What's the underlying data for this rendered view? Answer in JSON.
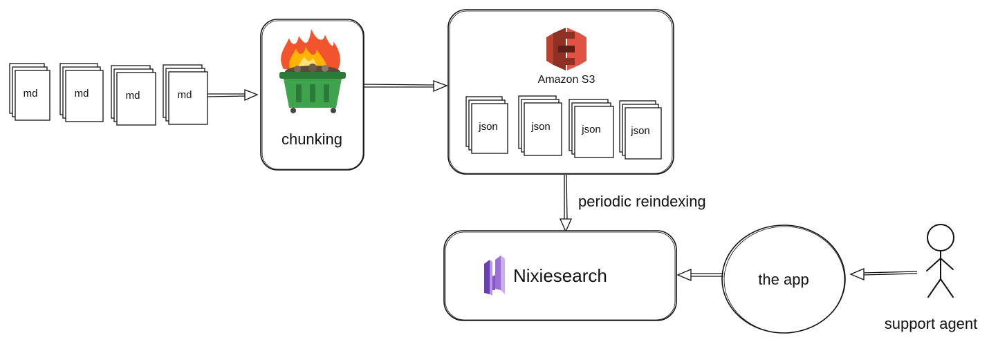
{
  "inputs": {
    "doc_label": "md",
    "count": 4
  },
  "chunking": {
    "label": "chunking",
    "icon": "burning-dumpster-icon"
  },
  "storage": {
    "service_label": "Amazon S3",
    "icon": "amazon-s3-icon",
    "doc_label": "json",
    "count": 4
  },
  "reindex": {
    "label": "periodic reindexing"
  },
  "search": {
    "label": "Nixiesearch",
    "icon": "nixiesearch-logo-icon"
  },
  "app": {
    "label": "the app"
  },
  "user": {
    "label": "support agent",
    "icon": "stick-figure-icon"
  },
  "colors": {
    "stroke": "#111111",
    "fire": "#f2542d",
    "fire_inner": "#ffb400",
    "dumpster": "#3fa34d",
    "dumpster_dark": "#2b7a38",
    "s3": "#e05243",
    "s3_dark": "#8c3123",
    "nixie": "#9b6fd6",
    "nixie_dark": "#6a3fb0"
  }
}
